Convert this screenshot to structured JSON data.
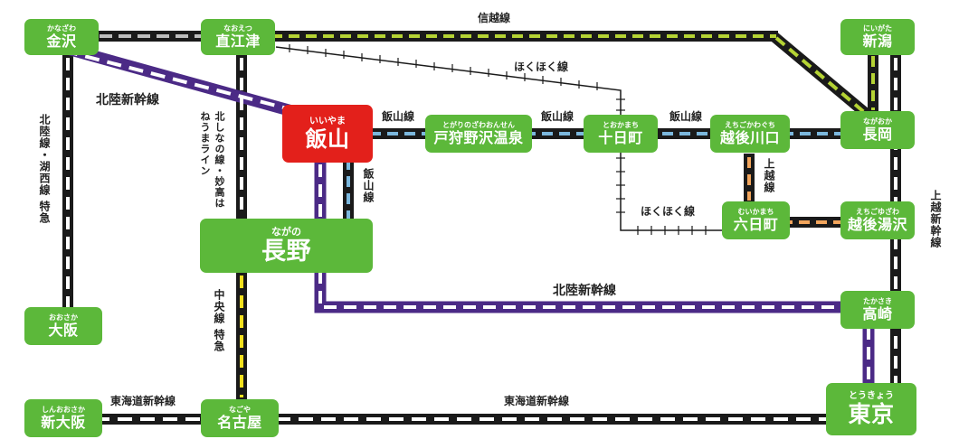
{
  "stations": {
    "kanazawa": {
      "ruby": "かなざわ",
      "name": "金沢"
    },
    "naoetsu": {
      "ruby": "なおえつ",
      "name": "直江津"
    },
    "niigata": {
      "ruby": "にいがた",
      "name": "新潟"
    },
    "iiyama": {
      "ruby": "いいやま",
      "name": "飯山"
    },
    "togari": {
      "ruby": "とがりのざわおんせん",
      "name": "戸狩野沢温泉"
    },
    "tokamachi": {
      "ruby": "とおかまち",
      "name": "十日町"
    },
    "echigokawaguchi": {
      "ruby": "えちごかわぐち",
      "name": "越後川口"
    },
    "nagaoka": {
      "ruby": "ながおか",
      "name": "長岡"
    },
    "muikamachi": {
      "ruby": "むいかまち",
      "name": "六日町"
    },
    "echigoyuzawa": {
      "ruby": "えちごゆざわ",
      "name": "越後湯沢"
    },
    "nagano": {
      "ruby": "ながの",
      "name": "長野"
    },
    "takasaki": {
      "ruby": "たかさき",
      "name": "高崎"
    },
    "osaka": {
      "ruby": "おおさか",
      "name": "大阪"
    },
    "shinosaka": {
      "ruby": "しんおおさか",
      "name": "新大阪"
    },
    "nagoya": {
      "ruby": "なごや",
      "name": "名古屋"
    },
    "tokyo": {
      "ruby": "とうきょう",
      "name": "東京"
    }
  },
  "lines": {
    "shinetsu": "信越線",
    "hokuhoku_top": "ほくほく線",
    "hokuhoku_bottom": "ほくほく線",
    "hokuriku_shinkansen_upper": "北陸新幹線",
    "hokuriku_shinkansen_lower": "北陸新幹線",
    "iiyama_1": "飯山線",
    "iiyama_2": "飯山線",
    "iiyama_3": "飯山線",
    "iiyama_vertical": "飯山線",
    "shinano": "北しなの線・妙高はねうまライン",
    "hokuriku_kosei": "北陸線・湖西線 特急",
    "chuo": "中央線 特急",
    "joetsu_short": "上越線",
    "joetsu_right": "上越新幹線",
    "tokaido_left": "東海道新幹線",
    "tokaido_right": "東海道新幹線"
  },
  "colors": {
    "station_green": "#5cb83a",
    "iiyama_red": "#e3201b",
    "line_black": "#1a1a1a",
    "shinkansen_purple": "#4b2a86",
    "shinetsu_lime": "#b5d334",
    "iiyama_blue": "#7bb7dd",
    "joetsu_orange": "#f2a55c",
    "chuo_yellow": "#f2e01e",
    "hokuriku_gray": "#bdbdbd"
  }
}
